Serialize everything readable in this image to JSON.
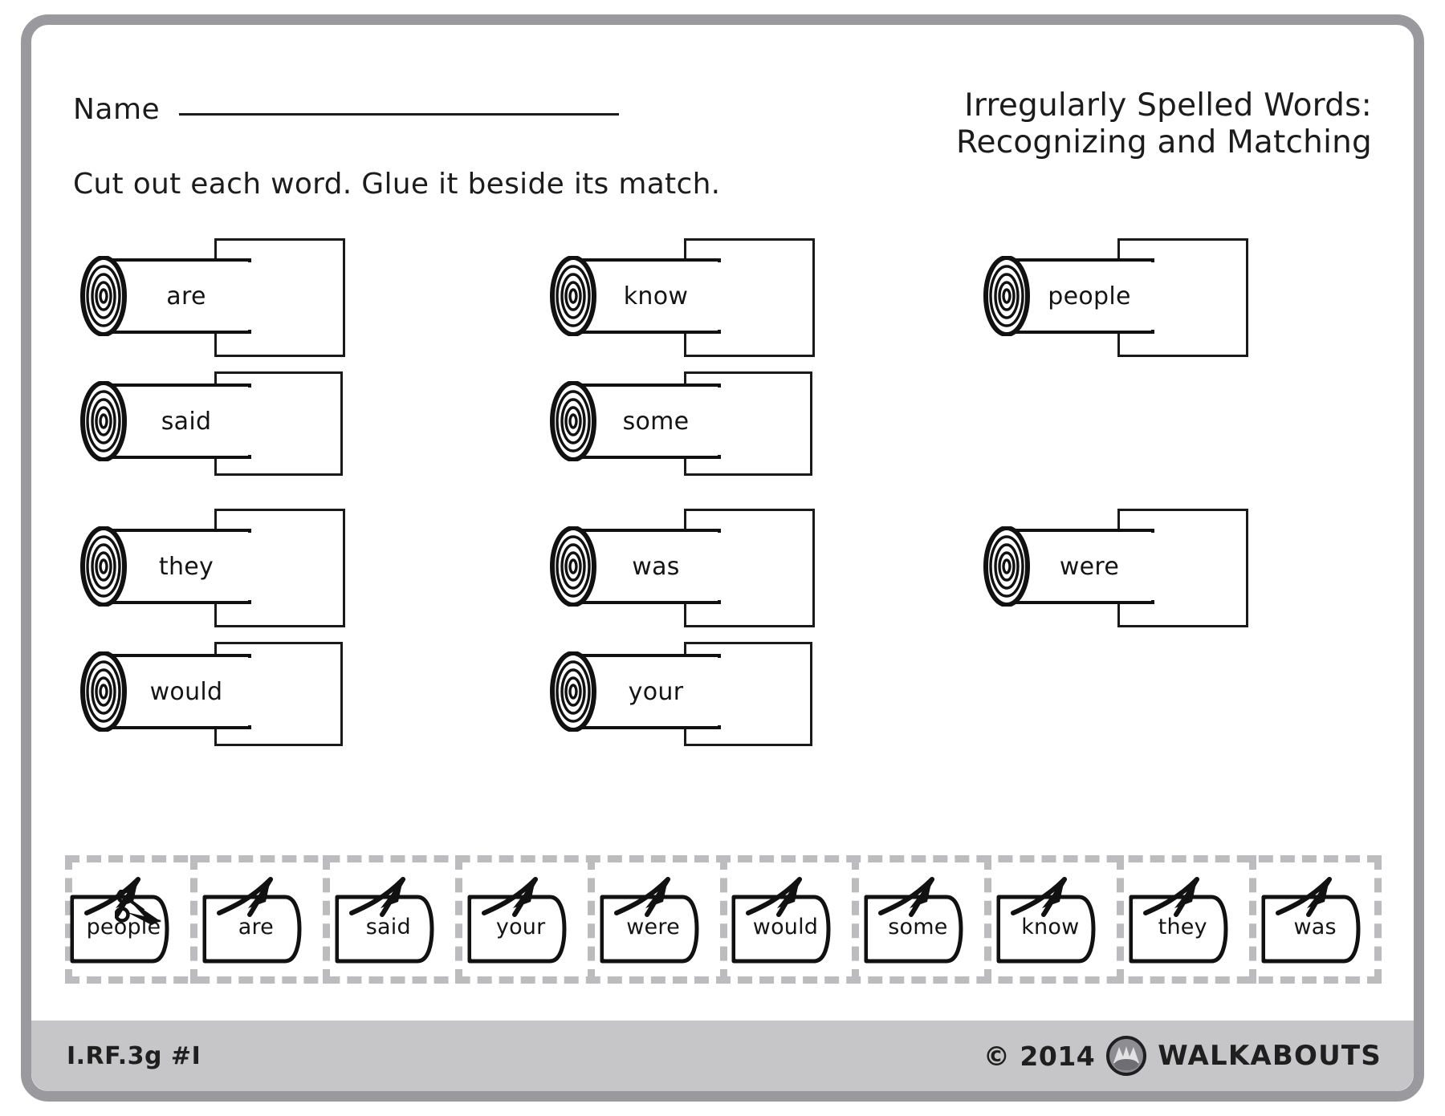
{
  "page": {
    "name_label": "Name",
    "title_line1": "Irregularly Spelled Words:",
    "title_line2": "Recognizing and Matching",
    "instruction": "Cut out each word. Glue it beside its match."
  },
  "logs": [
    {
      "word": "are",
      "col": 0,
      "row": 0
    },
    {
      "word": "know",
      "col": 1,
      "row": 0
    },
    {
      "word": "people",
      "col": 2,
      "row": 0
    },
    {
      "word": "said",
      "col": 0,
      "row": 1
    },
    {
      "word": "some",
      "col": 1,
      "row": 1
    },
    {
      "word": "they",
      "col": 0,
      "row": 2
    },
    {
      "word": "was",
      "col": 1,
      "row": 2
    },
    {
      "word": "were",
      "col": 2,
      "row": 2
    },
    {
      "word": "would",
      "col": 0,
      "row": 3
    },
    {
      "word": "your",
      "col": 1,
      "row": 3
    }
  ],
  "cut_cards": [
    {
      "word": "people"
    },
    {
      "word": "are"
    },
    {
      "word": "said"
    },
    {
      "word": "your"
    },
    {
      "word": "were"
    },
    {
      "word": "would"
    },
    {
      "word": "some"
    },
    {
      "word": "know"
    },
    {
      "word": "they"
    },
    {
      "word": "was"
    }
  ],
  "cut_line": {
    "scissors_icon": "scissors-icon"
  },
  "footer": {
    "standard_code": "I.RF.3g #I",
    "copyright": "© 2014",
    "brand": "WALKABOUTS",
    "logo_icon": "walkabouts-logo"
  },
  "colors": {
    "frame": "#9a9a9e",
    "footer_bg": "#c6c6c8",
    "dashed_line": "#bcbcbf",
    "ink": "#1a1a1a",
    "paper": "#ffffff"
  }
}
